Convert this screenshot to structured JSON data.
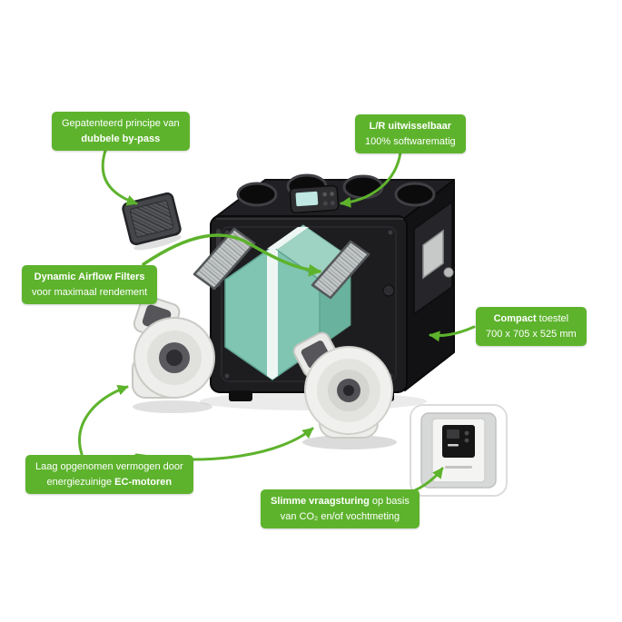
{
  "colors": {
    "accent_green": "#5eb32d",
    "unit_body": "#1d1d20",
    "exchanger_teal": "#7fc5b1"
  },
  "callouts": {
    "bypass": {
      "line1": "Gepatenteerd principe van",
      "line2_bold": "dubbele by-pass"
    },
    "lr": {
      "line1_bold": "L/R uitwisselbaar",
      "line2": "100% softwarematig"
    },
    "filters": {
      "line1_bold": "Dynamic Airflow Filters",
      "line2": "voor maximaal rendement"
    },
    "compact": {
      "line1_bold": "Compact",
      "line1_rest": " toestel",
      "line2": "700 x 705 x 525 mm"
    },
    "ec_motors": {
      "line1": "Laag opgenomen vermogen door",
      "line2_pre": "energiezuinige ",
      "line2_bold": "EC-motoren"
    },
    "demand": {
      "line1_bold": "Slimme vraagsturing",
      "line1_rest": " op basis",
      "line2": "van CO₂ en/of vochtmeting"
    }
  }
}
